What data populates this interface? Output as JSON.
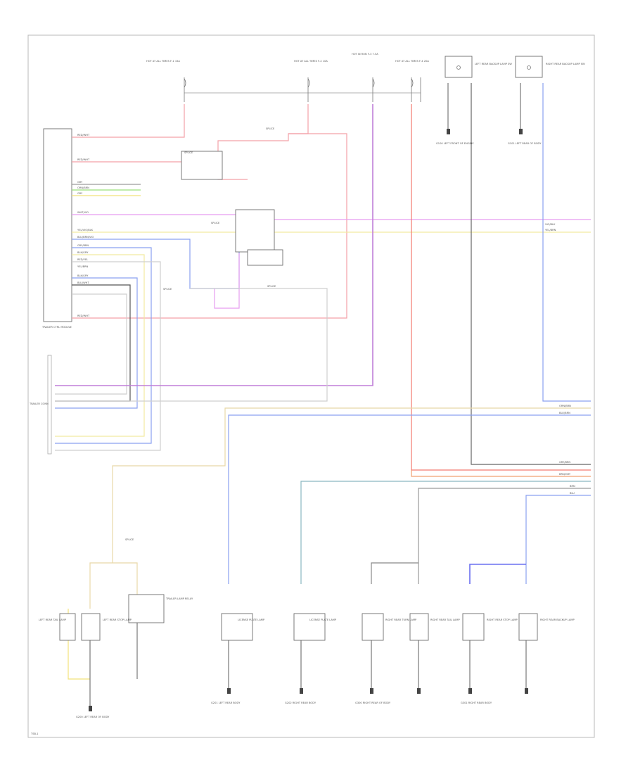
{
  "diagram": {
    "page_label": "TSB-1",
    "module_label": "TRAILER CTRL MODULE",
    "trailer_connector_label": "TRAILER CONN",
    "fuse_labels": [
      "HOT AT ALL TIMES  F-1  15A",
      "HOT AT ALL TIMES  F-2  10A",
      "HOT IN RUN  F-3  7.5A",
      "HOT AT ALL TIMES  F-4  20A"
    ],
    "switch_labels": [
      "LEFT REAR BACKUP LAMP SW",
      "RIGHT REAR BACKUP LAMP SW"
    ],
    "splice_labels": [
      "SPLICE",
      "SPLICE",
      "SPLICE",
      "SPLICE",
      "SPLICE",
      "SPLICE"
    ],
    "ground_labels": [
      "G100  LEFT FRONT OF ENGINE",
      "G101  LEFT REAR OF BODY",
      "G200  LEFT REAR OF BODY",
      "G201  LEFT REAR BODY",
      "G202  RIGHT REAR BODY",
      "G300  RIGHT REAR OF BODY",
      "G301  RIGHT REAR BODY"
    ],
    "lamp_labels": [
      "LEFT REAR TAIL LAMP",
      "LEFT REAR STOP LAMP",
      "TRAILER LAMP RELAY",
      "LICENSE PLATE LAMP",
      "LICENSE PLATE LAMP",
      "RIGHT REAR TURN LAMP",
      "RIGHT REAR TAIL LAMP",
      "RIGHT REAR STOP LAMP",
      "RIGHT REAR BACKUP LAMP"
    ],
    "wire_labels": [
      "RED/WHT",
      "RED/WHT",
      "GRY",
      "ORN/BRN",
      "GRY",
      "WHT/VIO",
      "YEL/VIO/BLK",
      "BLU/BRN/VIO",
      "GRY/BRN",
      "BLK/GRY",
      "RED/YEL",
      "YEL/BRN",
      "BLK/GRY",
      "BLU/WHT",
      "RED/WHT",
      "VIO/BLK",
      "YEL/BRN",
      "ORN/BRN",
      "BLU/BRN",
      "GRY/BRN",
      "BRN/GRY",
      "BLU",
      "BRN"
    ]
  }
}
